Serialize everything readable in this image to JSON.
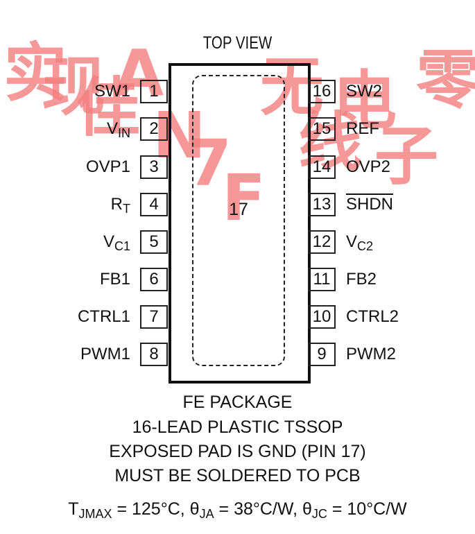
{
  "watermark": [
    "实",
    "现",
    "佳",
    "A",
    "N",
    "7",
    "F",
    "无",
    "线",
    "电",
    "子",
    "零"
  ],
  "title": "TOP VIEW",
  "exposed_pad_number": "17",
  "pins_left": [
    {
      "num": "1",
      "name": "SW1",
      "sub": ""
    },
    {
      "num": "2",
      "name": "V",
      "sub": "IN"
    },
    {
      "num": "3",
      "name": "OVP1",
      "sub": ""
    },
    {
      "num": "4",
      "name": "R",
      "sub": "T"
    },
    {
      "num": "5",
      "name": "V",
      "sub": "C1"
    },
    {
      "num": "6",
      "name": "FB1",
      "sub": ""
    },
    {
      "num": "7",
      "name": "CTRL1",
      "sub": ""
    },
    {
      "num": "8",
      "name": "PWM1",
      "sub": ""
    }
  ],
  "pins_right": [
    {
      "num": "16",
      "name": "SW2",
      "sub": "",
      "overline": false
    },
    {
      "num": "15",
      "name": "REF",
      "sub": "",
      "overline": false
    },
    {
      "num": "14",
      "name": "OVP2",
      "sub": "",
      "overline": false
    },
    {
      "num": "13",
      "name": "SHDN",
      "sub": "",
      "overline": true
    },
    {
      "num": "12",
      "name": "V",
      "sub": "C2",
      "overline": false
    },
    {
      "num": "11",
      "name": "FB2",
      "sub": "",
      "overline": false
    },
    {
      "num": "10",
      "name": "CTRL2",
      "sub": "",
      "overline": false
    },
    {
      "num": "9",
      "name": "PWM2",
      "sub": "",
      "overline": false
    }
  ],
  "package_info": [
    "FE PACKAGE",
    "16-LEAD PLASTIC TSSOP",
    "EXPOSED PAD IS GND (PIN 17)",
    "MUST BE SOLDERED TO PCB"
  ],
  "thermal": {
    "tj_symbol": "T",
    "tj_sub": "JMAX",
    "tj_value": " = 125°C, ",
    "ja_symbol": "θ",
    "ja_sub": "JA",
    "ja_value": " = 38°C/W, ",
    "jc_symbol": "θ",
    "jc_sub": "JC",
    "jc_value": " = 10°C/W"
  },
  "colors": {
    "watermark": "#f47f7f",
    "outline": "#111111"
  }
}
